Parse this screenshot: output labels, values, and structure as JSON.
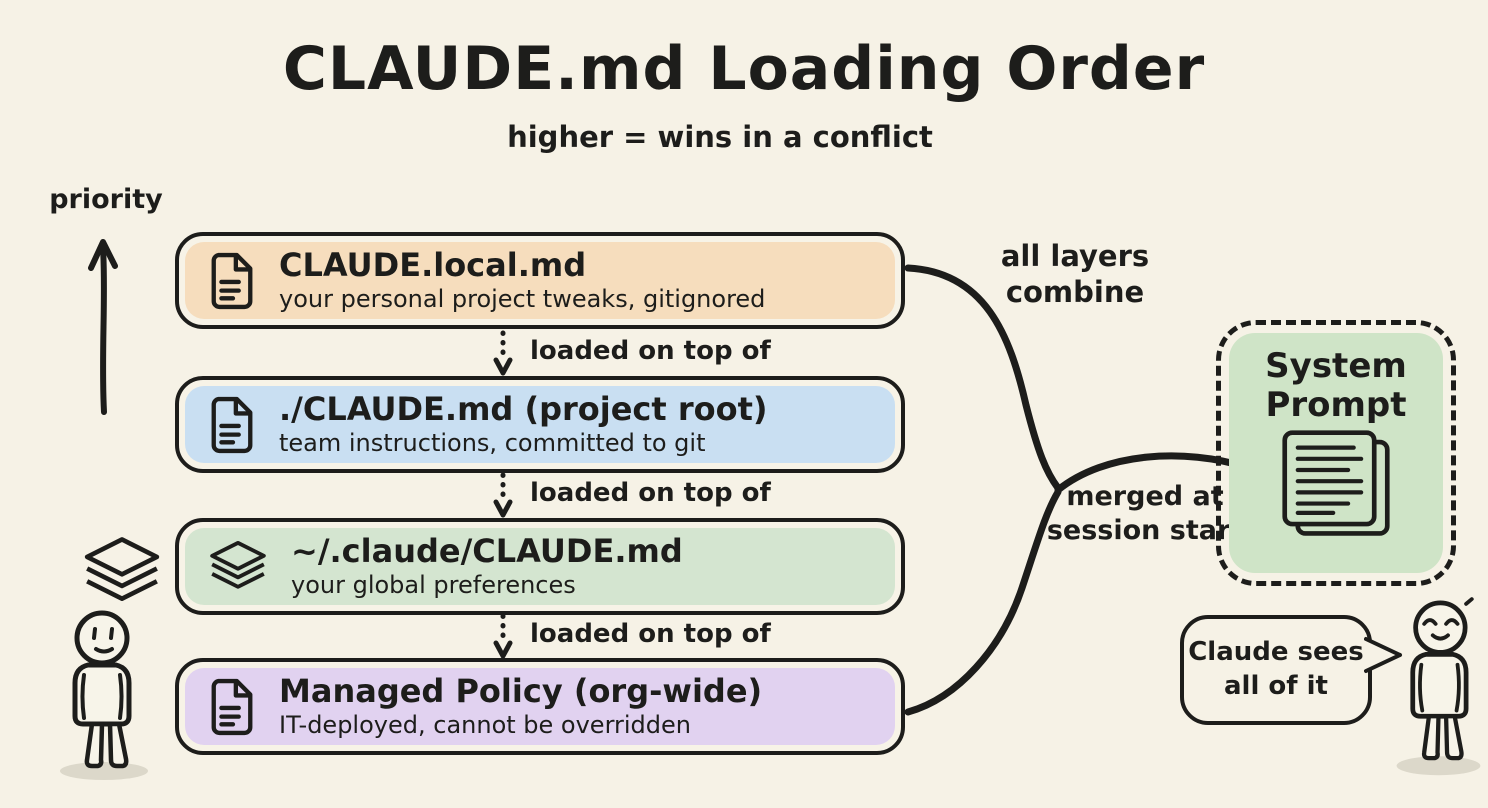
{
  "title": "CLAUDE.md Loading Order",
  "subtitle": "higher = wins in a conflict",
  "priority_label": "priority",
  "loaded_label": "loaded on top of",
  "layers": [
    {
      "icon": "file-text-icon",
      "name": "CLAUDE.local.md",
      "description": "your personal project tweaks, gitignored",
      "color": "#f6ddbd"
    },
    {
      "icon": "file-text-icon",
      "name": "./CLAUDE.md (project root)",
      "description": "team instructions, committed to git",
      "color": "#c9dff2"
    },
    {
      "icon": "layers-icon",
      "name": "~/.claude/CLAUDE.md",
      "description": "your global preferences",
      "color": "#d4e5d0"
    },
    {
      "icon": "file-text-icon",
      "name": "Managed Policy (org-wide)",
      "description": "IT-deployed, cannot be overridden",
      "color": "#e1d2f0"
    }
  ],
  "annotations": {
    "all_layers_combine": "all layers\ncombine",
    "merged_at": "merged at\nsession start"
  },
  "system_prompt": {
    "title": "System\nPrompt",
    "icon": "document-stack-icon",
    "color": "#cfe4c7"
  },
  "speech_bubble": {
    "text": "Claude sees\nall of it"
  },
  "colors": {
    "background": "#f6f2e6",
    "ink": "#1d1d1b"
  }
}
